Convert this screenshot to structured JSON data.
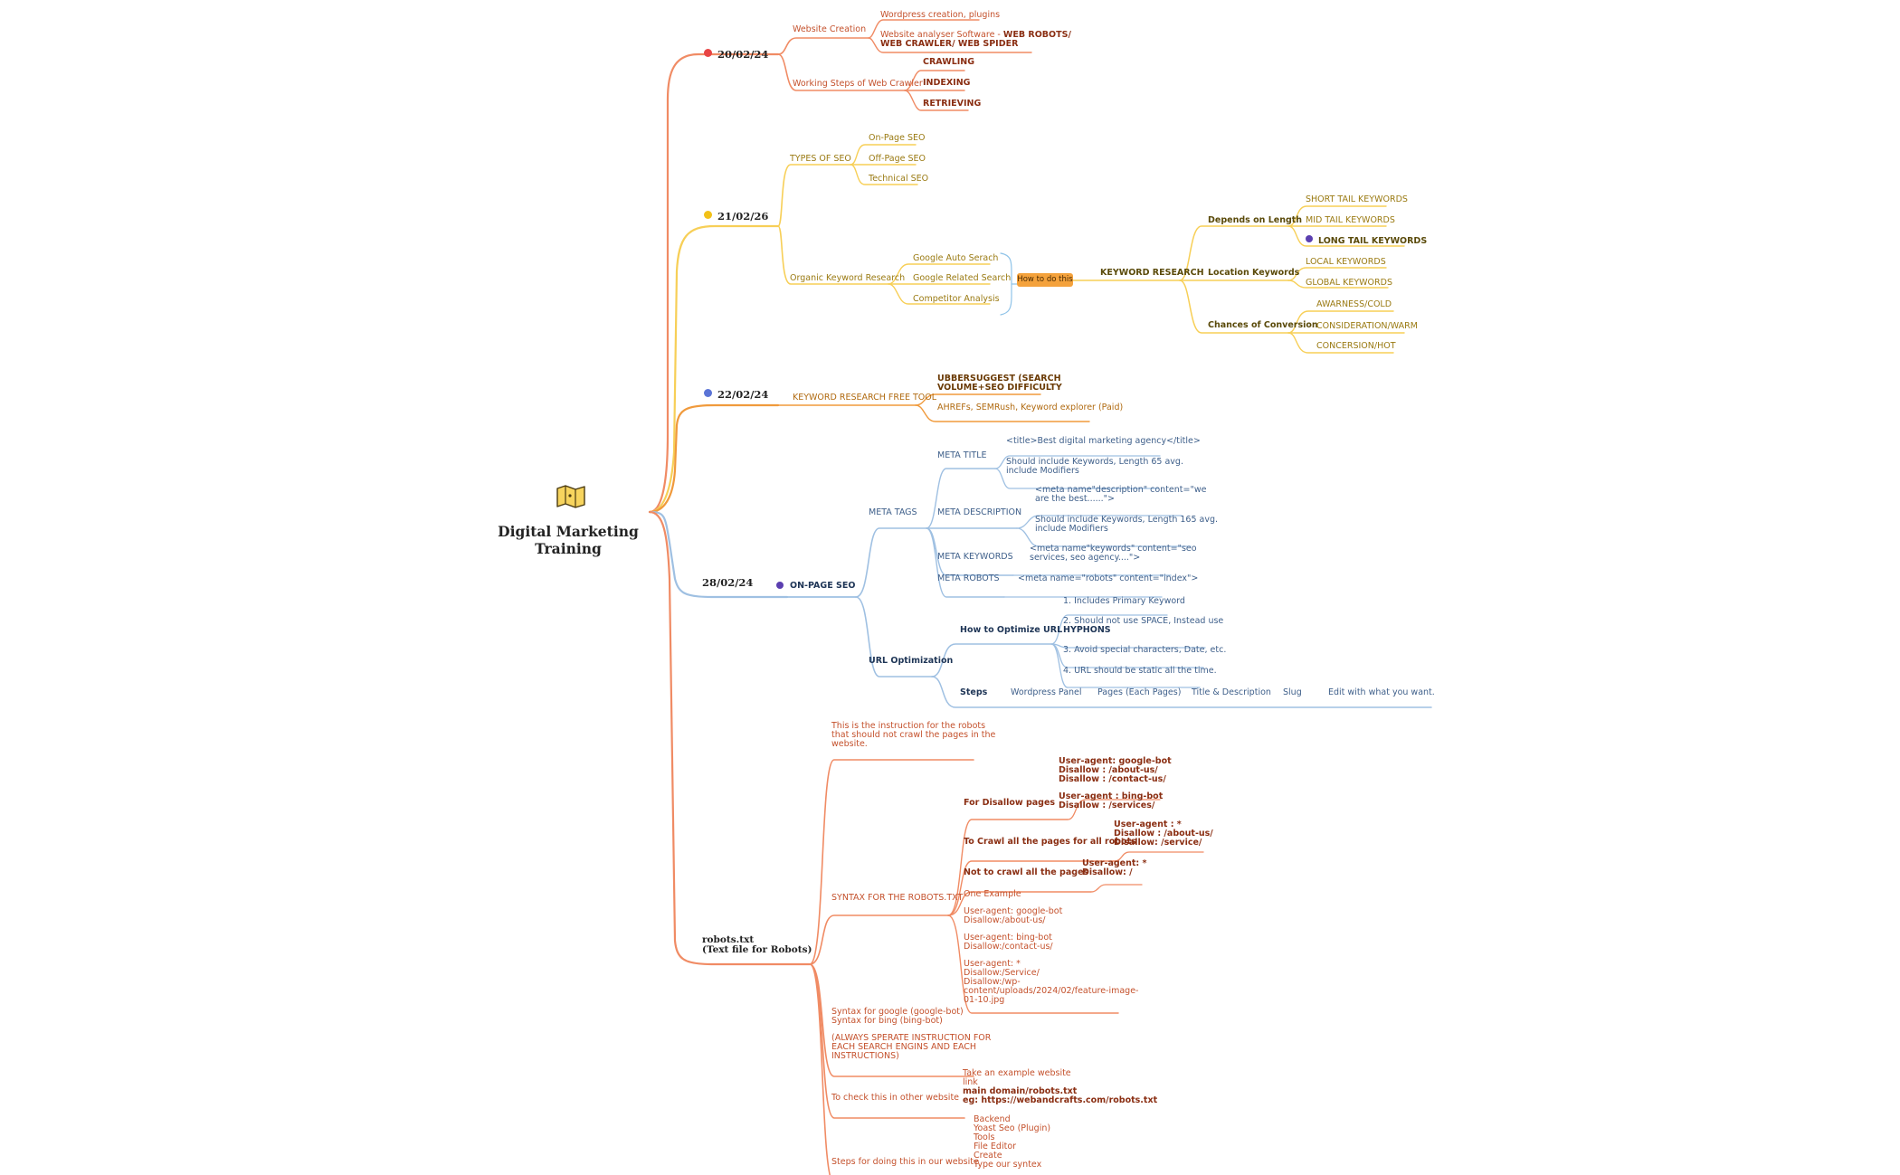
{
  "root": {
    "line1": "Digital Marketing",
    "line2": "Training"
  },
  "dates": {
    "d1": "20/02/24",
    "d2": "21/02/26",
    "d3": "22/02/24",
    "d4": "28/02/24"
  },
  "b1": {
    "website_creation": "Website Creation",
    "wordpress": "Wordpress creation, plugins",
    "analyser": "Website analyser Software - ",
    "web_robots": "WEB ROBOTS/",
    "web_crawler": "WEB CRAWLER/ WEB SPIDER",
    "working_steps": "Working Steps of Web Crawler",
    "crawling": "CRAWLING",
    "indexing": "INDEXING",
    "retrieving": "RETRIEVING"
  },
  "b2": {
    "types": "TYPES OF SEO",
    "onpage": "On-Page SEO",
    "offpage": "Off-Page SEO",
    "technical": "Technical SEO",
    "organic": "Organic Keyword Research",
    "auto": "Google Auto Serach",
    "related": "Google Related Search",
    "competitor": "Competitor Analysis",
    "how": "How to do this",
    "kr": "KEYWORD RESEARCH",
    "depends": "Depends on Length",
    "short": "SHORT TAIL KEYWORDS",
    "mid": "MID TAIL KEYWORDS",
    "long": "LONG TAIL KEYWORDS",
    "location": "Location Keywords",
    "local": "LOCAL KEYWORDS",
    "global": "GLOBAL KEYWORDS",
    "chances": "Chances of Conversion",
    "awareness": "AWARNESS/COLD",
    "consideration": "CONSIDERATION/WARM",
    "concersion": "CONCERSION/HOT"
  },
  "b3": {
    "free_tool": "KEYWORD RESEARCH FREE TOOL",
    "ubber1": "UBBERSUGGEST (SEARCH",
    "ubber2": "VOLUME+SEO DIFFICULTY",
    "ahrefs": "AHREFs, SEMRush, Keyword explorer (Paid)"
  },
  "b4": {
    "onpage": "ON-PAGE SEO",
    "meta_tags": "META TAGS",
    "meta_title": "META TITLE",
    "title_code": "<title>Best digital marketing agency</title>",
    "title_note1": "Should include Keywords, Length 65 avg.",
    "title_note2": "include Modifiers",
    "meta_desc": "META DESCRIPTION",
    "desc_code1": "<meta name\"description\" content=\"we",
    "desc_code2": "are the best......\">",
    "desc_note1": "Should include Keywords, Length 165 avg.",
    "desc_note2": "include Modifiers",
    "meta_kw": "META KEYWORDS",
    "kw_code1": "<meta name\"keywords\" content=\"seo",
    "kw_code2": "services, seo agency....\">",
    "meta_robots": "META ROBOTS",
    "robots_code": "<meta name=\"robots\" content=\"index\">",
    "url_opt": "URL Optimization",
    "how_url": "How to Optimize URL",
    "u1": "1. Includes Primary Keyword",
    "u2a": "2. Should not use SPACE, Instead use",
    "u2b": "HYPHONS",
    "u3": "3. Avoid special characters, Date, etc.",
    "u4": "4. URL should be static all the time.",
    "steps": "Steps",
    "s1": "Wordpress Panel",
    "s2": "Pages (Each Pages)",
    "s3": "Title & Description",
    "s4": "Slug",
    "s5": "Edit with what you want."
  },
  "b5": {
    "title1": "robots.txt",
    "title2": "(Text file for Robots)",
    "instr1": "This is the instruction for the robots",
    "instr2": "that should not crawl the pages in the",
    "instr3": "website.",
    "syntax": "SYNTAX FOR THE ROBOTS.TXT",
    "for_disallow": "For Disallow pages",
    "dis1": "User-agent: google-bot",
    "dis2": "Disallow : /about-us/",
    "dis3": "Disallow : /contact-us/",
    "dis4": "User-agent : bing-bot",
    "dis5": "Disallow : /services/",
    "crawl_all": "To Crawl all the pages for all robots",
    "ca1": "User-agent : *",
    "ca2": "Disallow : /about-us/",
    "ca3": "Disallow: /service/",
    "not_crawl": "Not to crawl all the pages",
    "nc1": "User-agent: *",
    "nc2": "Disallow: /",
    "ex_title": "One Example",
    "ex1": "User-agent: google-bot",
    "ex2": "Disallow:/about-us/",
    "ex3": "User-agent: bing-bot",
    "ex4": "Disallow:/contact-us/",
    "ex5": "User-agent: *",
    "ex6": "Disallow:/Service/",
    "ex7": "Disallow:/wp-",
    "ex8": "content/uploads/2024/02/feature-image-",
    "ex9": "01-10.jpg",
    "sg1": "Syntax for google (google-bot)",
    "sg2": "Syntax for bing (bing-bot)",
    "sg3": "(ALWAYS SPERATE INSTRUCTION FOR",
    "sg4": "EACH SEARCH ENGINS AND EACH",
    "sg5": "INSTRUCTIONS)",
    "check": "To check this in other website",
    "ch1": "Take an example website",
    "ch2": "link",
    "ch3": "main domain/robots.txt",
    "ch4": "eg: https://webandcrafts.com/robots.txt",
    "steps_ours": "Steps for doing this in our website",
    "st1": "Backend",
    "st2": "Yoast Seo (Plugin)",
    "st3": "Tools",
    "st4": "File Editor",
    "st5": "Create",
    "st6": "Type our syntex"
  },
  "colors": {
    "orange": "#f08b64",
    "yellow": "#f7cf57",
    "amber": "#f09a3c",
    "blue": "#9fc0e2",
    "red": "#e84545",
    "gold": "#f2c118",
    "indigo": "#5b74d6",
    "purple": "#5b3fb0"
  }
}
